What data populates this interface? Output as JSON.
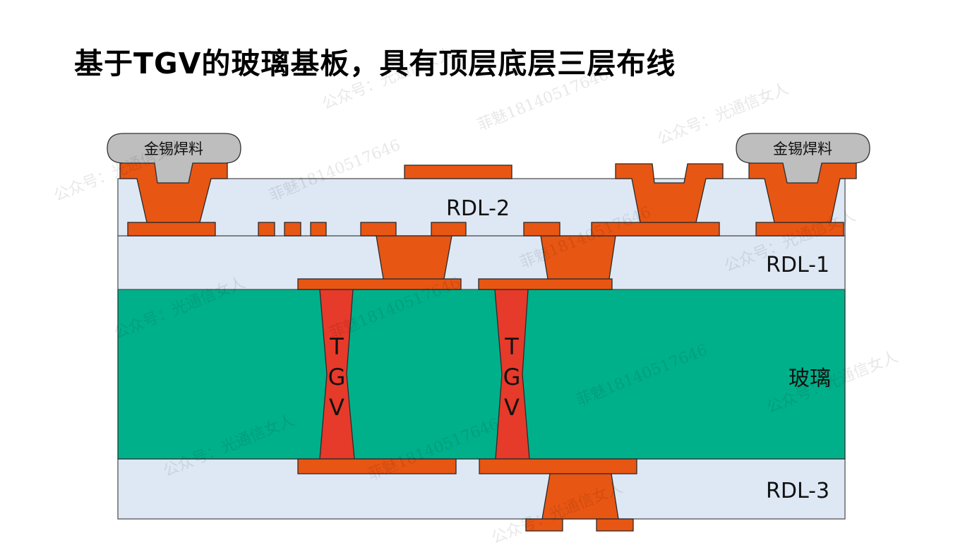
{
  "title": "基于TGV的玻璃基板，具有顶层底层三层布线",
  "labels": {
    "rdl2": "RDL-2",
    "rdl1": "RDL-1",
    "glass": "玻璃",
    "rdl3": "RDL-3",
    "solder": "金锡焊料",
    "tgv_letters": [
      "T",
      "G",
      "V"
    ]
  },
  "watermarks": [
    "公众号：光通信女人",
    "菲魅18140517646"
  ],
  "colors": {
    "copper": "#E85613",
    "glass": "#00B08A",
    "tgv": "#E63A2A",
    "dielectric": "#DEE8F4",
    "solder": "#BEBEBE"
  }
}
